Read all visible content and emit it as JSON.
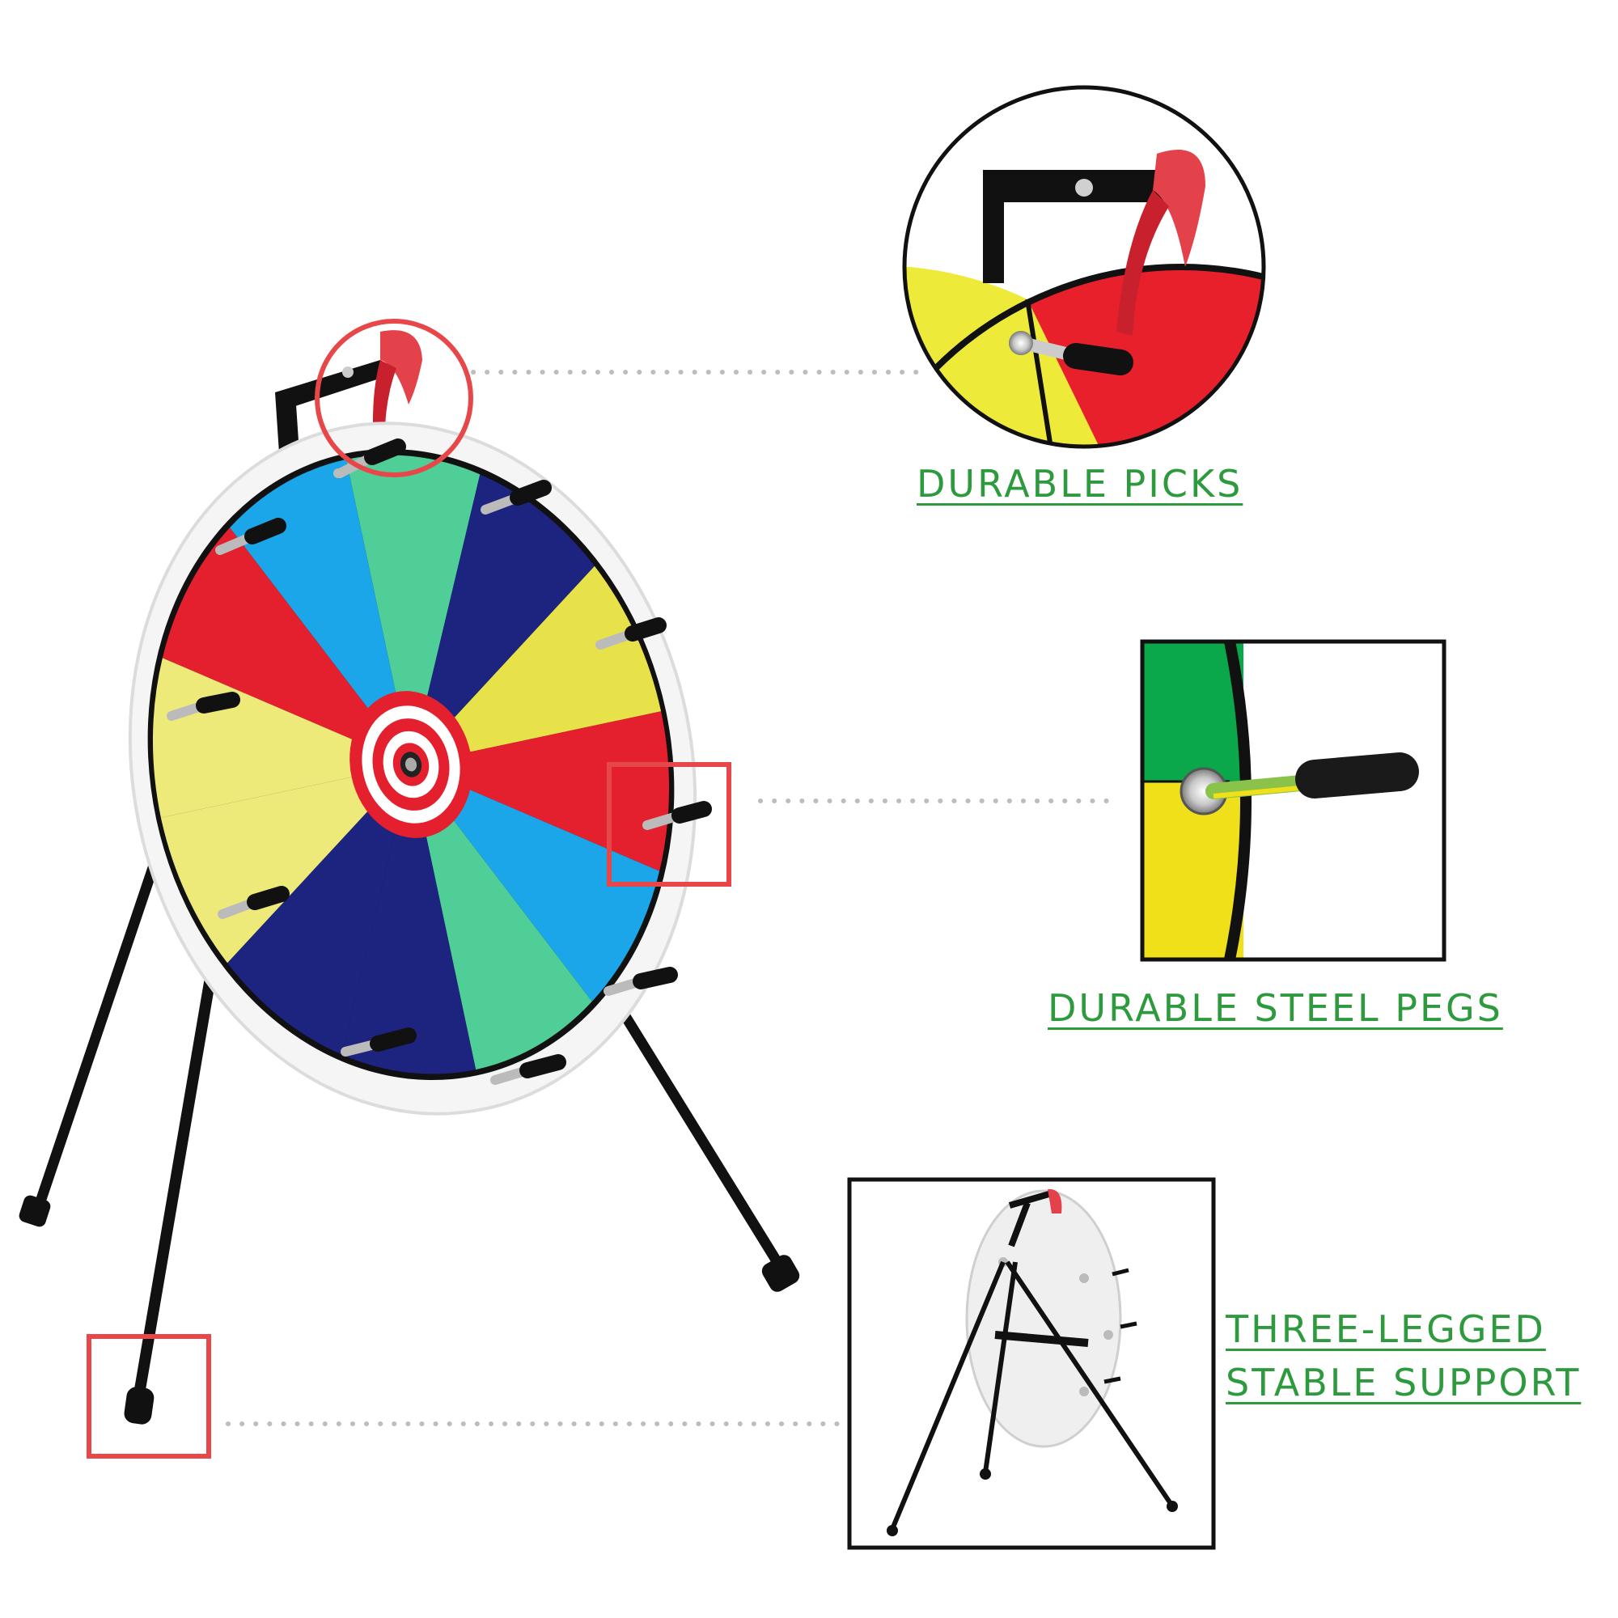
{
  "callouts": {
    "picks": {
      "label": "DURABLE PICKS"
    },
    "pegs": {
      "label": "DURABLE STEEL PEGS"
    },
    "support": {
      "line1": "THREE-LEGGED",
      "line2": "STABLE SUPPORT"
    }
  },
  "colors": {
    "label_green": "#2e9a3e",
    "highlight_red": "#e8474a",
    "connector_gray": "#bdbdbd",
    "frame_black": "#111111",
    "segment_red": "#e5202e",
    "segment_blue": "#1aa6e8",
    "segment_green": "#4fcf97",
    "segment_navy": "#1c2480",
    "segment_yellow": "#e8e24a",
    "segment_light_yellow": "#eeea7a",
    "pointer_red": "#e4424a"
  },
  "icons": {
    "wheel": "prize-wheel-icon",
    "pointer": "red-flapper-icon",
    "peg": "steel-peg-icon",
    "leg": "tripod-leg-icon"
  }
}
